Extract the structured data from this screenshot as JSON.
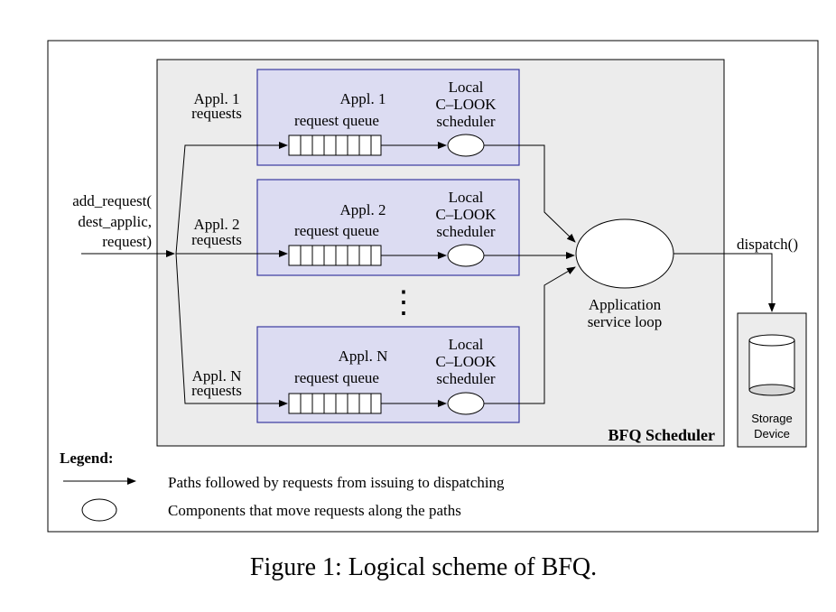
{
  "diagram": {
    "input_label": [
      "add_request(",
      "dest_applic,",
      "request)"
    ],
    "output_label": "dispatch()",
    "scheduler_label": "BFQ Scheduler",
    "storage_label": [
      "Storage",
      "Device"
    ],
    "service_loop_label": [
      "Application",
      "service loop"
    ],
    "ellipsis": "⋮",
    "apps": [
      {
        "requests_label": [
          "Appl. 1",
          "requests"
        ],
        "queue_label": [
          "Appl. 1",
          "request queue"
        ],
        "scheduler_label": [
          "Local",
          "C–LOOK",
          "scheduler"
        ]
      },
      {
        "requests_label": [
          "Appl. 2",
          "requests"
        ],
        "queue_label": [
          "Appl. 2",
          "request queue"
        ],
        "scheduler_label": [
          "Local",
          "C–LOOK",
          "scheduler"
        ]
      },
      {
        "requests_label": [
          "Appl. N",
          "requests"
        ],
        "queue_label": [
          "Appl. N",
          "request queue"
        ],
        "scheduler_label": [
          "Local",
          "C–LOOK",
          "scheduler"
        ]
      }
    ]
  },
  "legend": {
    "title": "Legend:",
    "items": [
      {
        "symbol": "arrow",
        "text": "Paths followed by requests from issuing to dispatching"
      },
      {
        "symbol": "ellipse",
        "text": "Components that move requests along the paths"
      }
    ]
  },
  "caption": "Figure 1: Logical scheme of BFQ.",
  "colors": {
    "scheduler_fill": "#ececec",
    "app_box_fill": "#dcdcf2",
    "app_box_stroke": "#3a3aa0",
    "storage_fill": "#ececec",
    "ink": "#000000"
  }
}
